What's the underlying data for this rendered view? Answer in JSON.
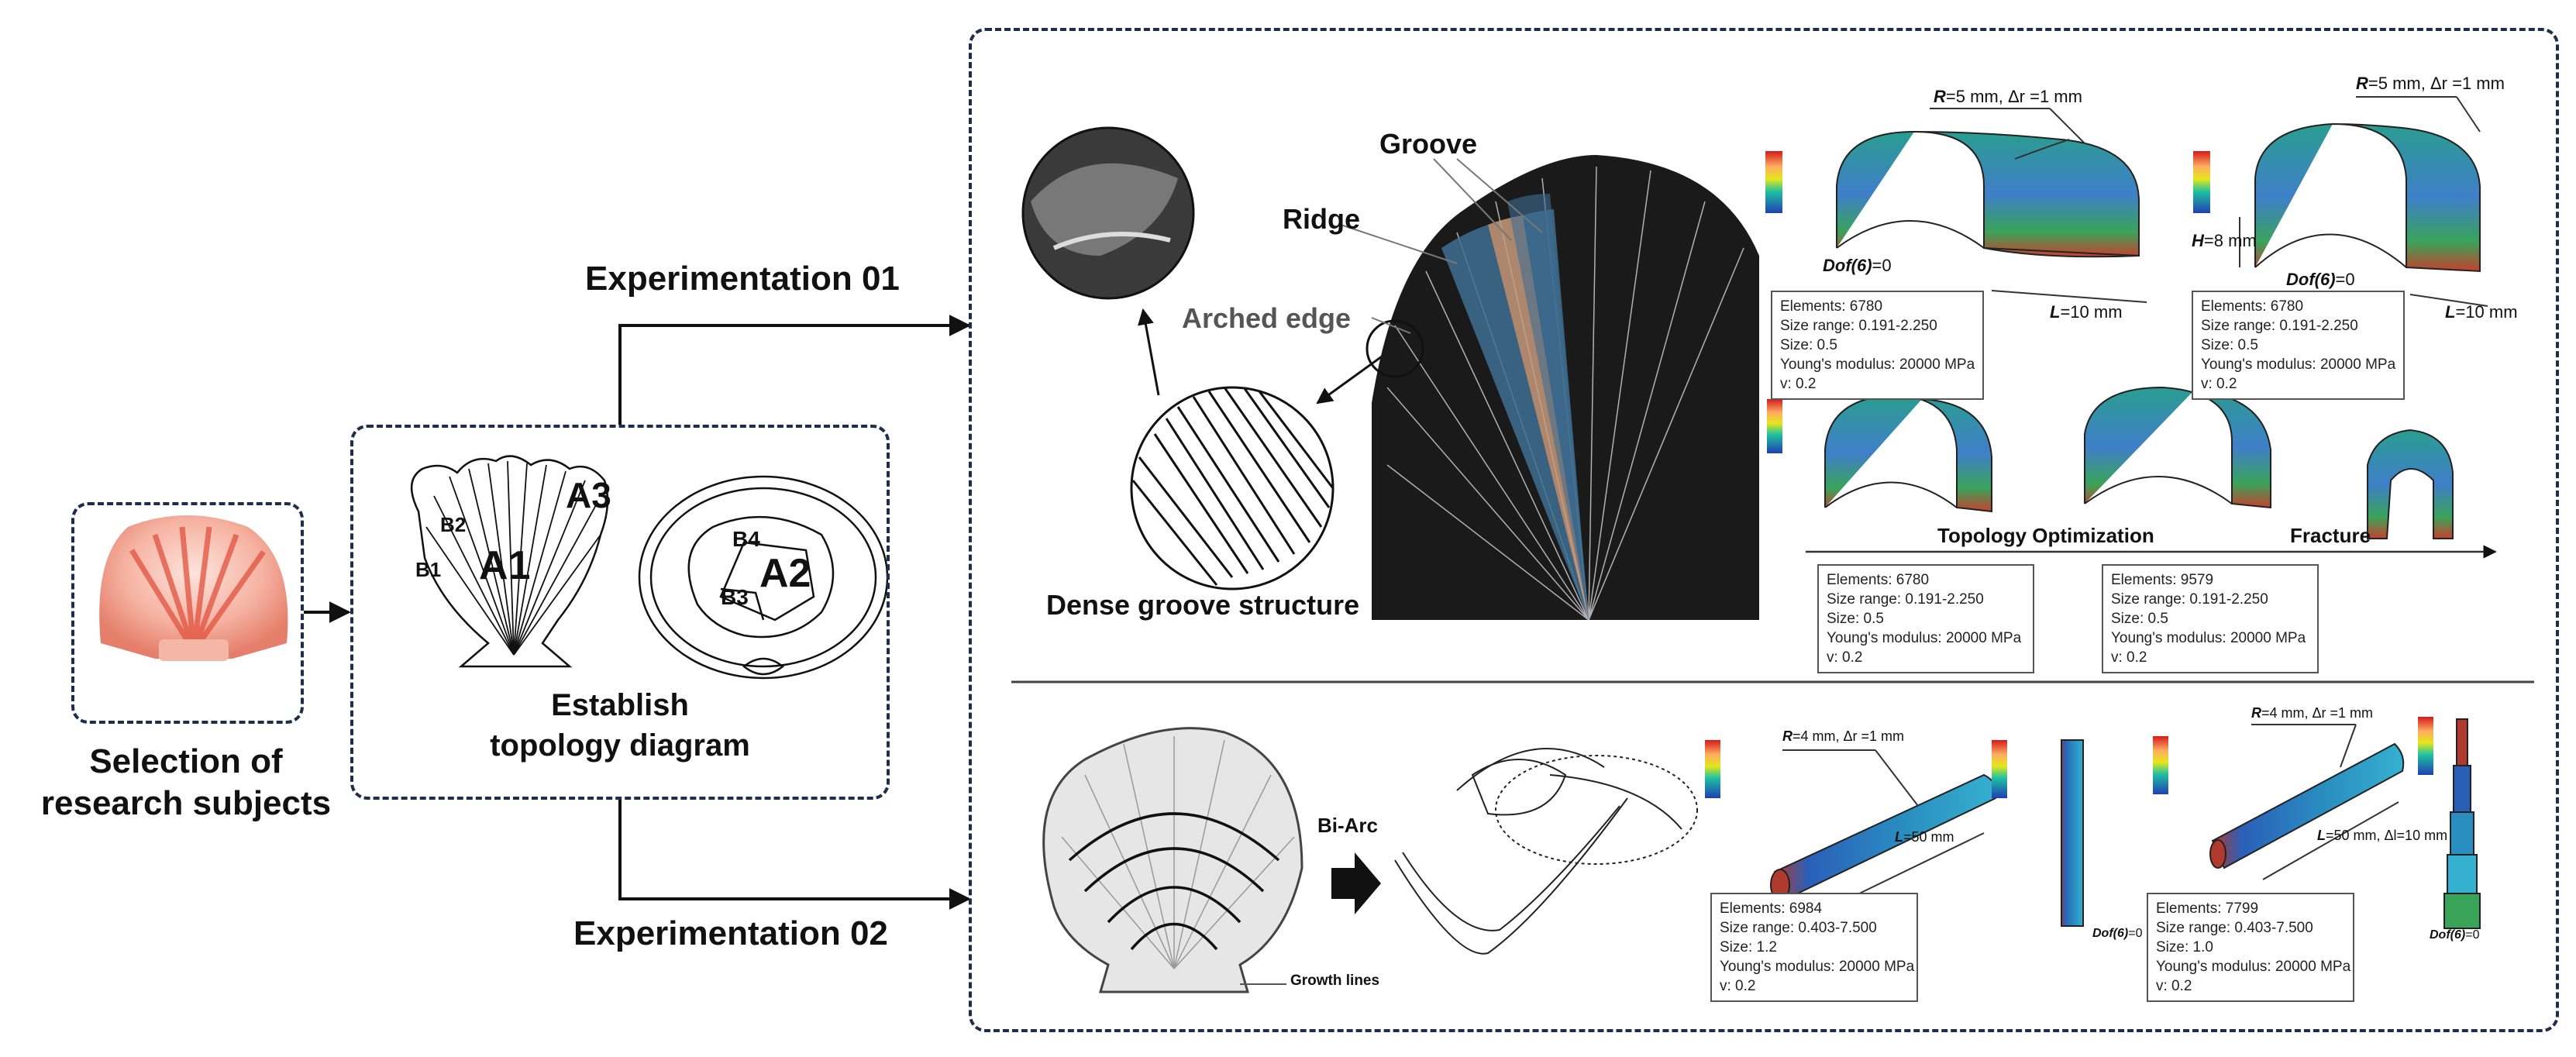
{
  "left": {
    "caption_line1": "Selection of",
    "caption_line2": "research subjects"
  },
  "topology": {
    "labels": [
      "A3",
      "B2",
      "A1",
      "B1",
      "B4",
      "A2",
      "B3"
    ],
    "caption_line1": "Establish",
    "caption_line2": "topology diagram"
  },
  "experiments": {
    "exp1": "Experimentation 01",
    "exp2": "Experimentation 02"
  },
  "exp1": {
    "groove": "Groove",
    "ridge": "Ridge",
    "arched_edge": "Arched edge",
    "dense": "Dense groove structure",
    "model1": {
      "dim_top_r": "R",
      "dim_top_rest": "=5 mm, Δr =1 mm",
      "dof_b": "Dof(6)",
      "dof_rest": "=0",
      "len_b": "L",
      "len_rest": "=10 mm",
      "params": [
        "Elements: 6780",
        "Size range: 0.191-2.250",
        "Size: 0.5",
        "Young's modulus: 20000 MPa",
        "v: 0.2"
      ]
    },
    "model2": {
      "dim_top_r": "R",
      "dim_top_rest": "=5 mm, Δr =1 mm",
      "h_b": "H",
      "h_rest": "=8 mm",
      "dof_b": "Dof(6)",
      "dof_rest": "=0",
      "len_b": "L",
      "len_rest": "=10 mm",
      "params": [
        "Elements: 6780",
        "Size range: 0.191-2.250",
        "Size: 0.5",
        "Young's modulus: 20000 MPa",
        "v: 0.2"
      ]
    },
    "topology_opt": "Topology Optimization",
    "fracture": "Fracture",
    "params_a": [
      "Elements: 6780",
      "Size range: 0.191-2.250",
      "Size: 0.5",
      "Young's modulus: 20000 MPa",
      "v: 0.2"
    ],
    "params_b": [
      "Elements: 9579",
      "Size range: 0.191-2.250",
      "Size: 0.5",
      "Young's modulus: 20000 MPa",
      "v: 0.2"
    ]
  },
  "exp2": {
    "growth_lines": "Growth lines",
    "bi_arc": "Bi-Arc",
    "tube1": {
      "dim_r": "R",
      "dim_rest": "=4 mm, Δr =1 mm",
      "len_b": "L",
      "len_rest": "=50 mm",
      "dof_b": "Dof(6)",
      "dof_rest": "=0",
      "params": [
        "Elements: 6984",
        "Size range: 0.403-7.500",
        "Size: 1.2",
        "Young's modulus: 20000 MPa",
        "v: 0.2"
      ]
    },
    "tube2": {
      "dim_r": "R",
      "dim_rest": "=4 mm, Δr =1 mm",
      "len_b": "L",
      "len_rest": "=50 mm, Δl=10 mm",
      "dof_b": "Dof(6)",
      "dof_rest": "=0",
      "params": [
        "Elements: 7799",
        "Size range: 0.403-7.500",
        "Size: 1.0",
        "Young's modulus: 20000 MPa",
        "v: 0.2"
      ]
    }
  },
  "colors": {
    "frame": "#1f2d4d",
    "shell_pink": "#f2a28e",
    "ridge_blue": "#3f6e93",
    "groove_tan": "#c79a7d"
  }
}
